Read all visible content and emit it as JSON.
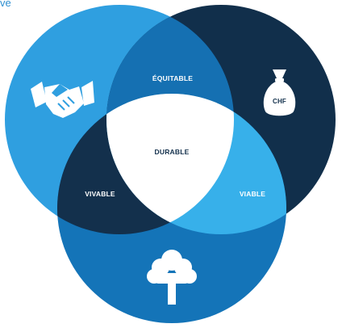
{
  "corner_text": "ve",
  "labels": {
    "equitable": "ÉQUITABLE",
    "durable": "DURABLE",
    "vivable": "VIVABLE",
    "viable": "VIABLE",
    "currency": "CHF"
  },
  "colors": {
    "social": "#2f9fe0",
    "economic": "#112f4b",
    "environment": "#1474b8",
    "equitable": "#1570b2",
    "vivable": "#13304c",
    "viable": "#37b0ea",
    "durable": "#ffffff"
  },
  "icons": {
    "social": "handshake-icon",
    "economic": "money-bag-icon",
    "environment": "tree-icon"
  }
}
